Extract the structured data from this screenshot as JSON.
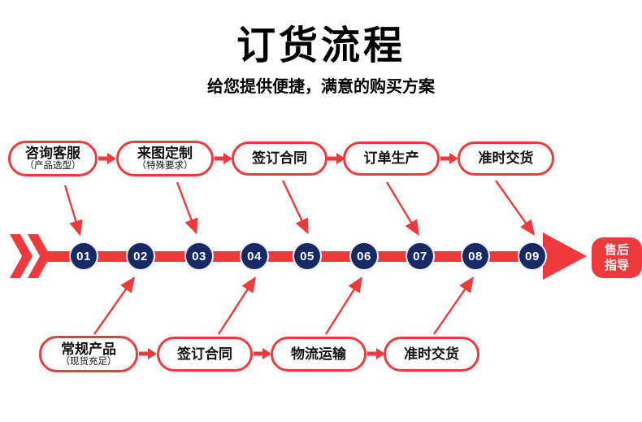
{
  "header": {
    "title": "订货流程",
    "subtitle": "给您提供便捷，满意的购买方案"
  },
  "colors": {
    "accent_red": "#ee3a3c",
    "circle_navy": "#172a64",
    "text_black": "#111111"
  },
  "top_steps": [
    {
      "label": "咨询客服",
      "note": "（产品选型）"
    },
    {
      "label": "来图定制",
      "note": "（特殊要求）"
    },
    {
      "label": "签订合同"
    },
    {
      "label": "订单生产"
    },
    {
      "label": "准时交货"
    }
  ],
  "bottom_steps": [
    {
      "label": "常规产品",
      "note": "（现货充足）"
    },
    {
      "label": "签订合同"
    },
    {
      "label": "物流运输"
    },
    {
      "label": "准时交货"
    }
  ],
  "timeline": {
    "numbers": [
      "01",
      "02",
      "03",
      "04",
      "05",
      "06",
      "07",
      "08",
      "09"
    ]
  },
  "after_sale": {
    "line1": "售后",
    "line2": "指导"
  }
}
